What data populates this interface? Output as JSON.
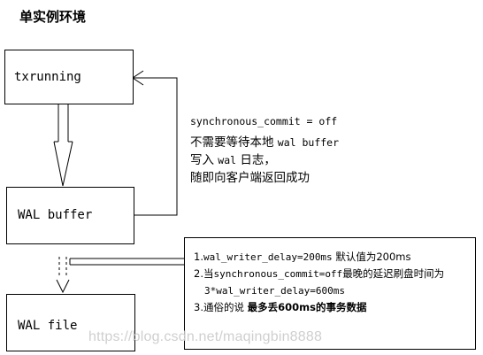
{
  "title": "单实例环境",
  "boxes": {
    "txrunning": "txrunning",
    "wal_buffer": "WAL buffer",
    "wal_file": "WAL file"
  },
  "note": {
    "setting": "synchronous_commit = off",
    "line1_prefix": "不需要等待本地 ",
    "line1_code": "wal buffer",
    "line2_prefix": "写入 ",
    "line2_code": "wal",
    "line2_suffix": " 日志，",
    "line3": "随即向客户端返回成功"
  },
  "info": {
    "item1_num": "1.",
    "item1_code": "wal_writer_delay=200ms",
    "item1_text": " 默认值为200ms",
    "item2_num": "2.",
    "item2_text_a": "当",
    "item2_code": "synchronous_commit=off",
    "item2_text_b": "最晚的延迟刷盘时间为",
    "item2_cont": "3*wal_writer_delay=600ms",
    "item3_num": "3.",
    "item3_text": "通俗的说 ",
    "item3_bold": "最多丢600ms的事务数据"
  },
  "watermark": "https://blog.csdn.net/maqingbin8888"
}
